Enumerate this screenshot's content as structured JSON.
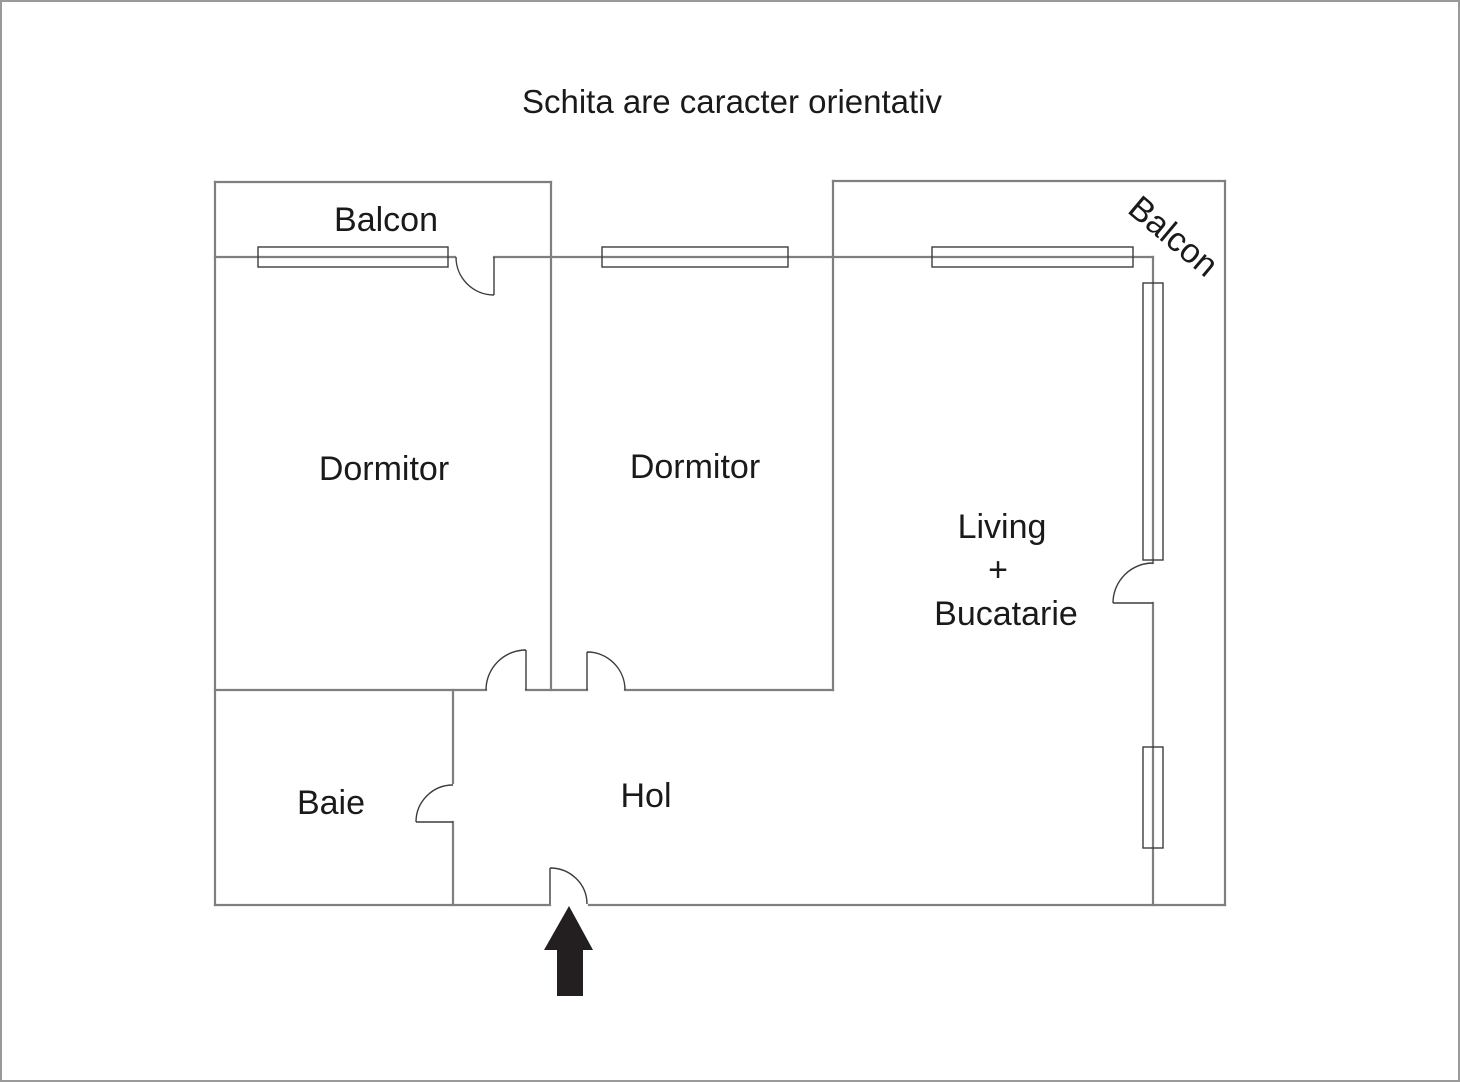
{
  "title": "Schita are caracter orientativ",
  "labels": {
    "balcony_left": "Balcon",
    "balcony_right": "Balcon",
    "bedroom_left": "Dormitor",
    "bedroom_middle": "Dormitor",
    "living_line1": "Living",
    "living_line2": "+",
    "living_line3": "Bucatarie",
    "bathroom": "Baie",
    "hall": "Hol"
  },
  "colors": {
    "wall": "#7f7f7f",
    "fixture": "#3d3d3d",
    "text": "#1a1a1a",
    "arrow": "#231f20",
    "border": "#9a9a9a"
  }
}
